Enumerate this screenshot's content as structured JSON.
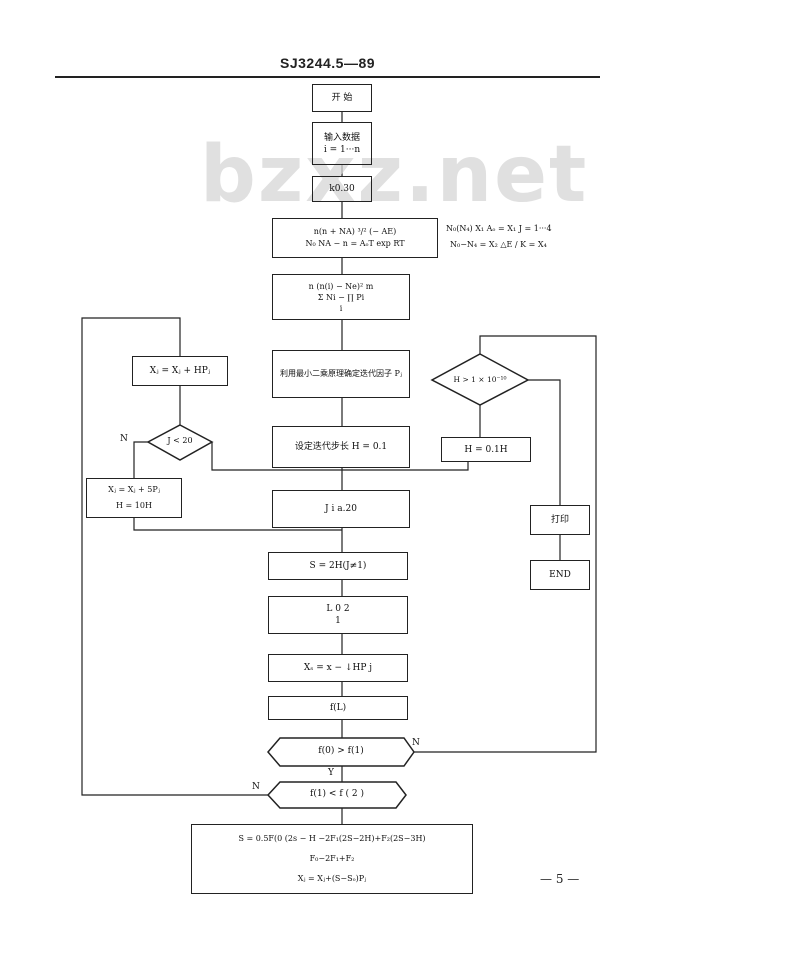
{
  "header": {
    "standard_no": "SJ3244.5—89"
  },
  "watermark": "bzxz.net",
  "page_number": "— 5 —",
  "flowchart": {
    "start": "开 始",
    "input_line1": "输入数据",
    "input_line2": "i = 1···n",
    "k_line": "k0.30",
    "formula1_line1": "n(n + NA)        ³/²     (− AE)",
    "formula1_line2": "N₀     NA − n  = AₒT   exp   RT",
    "formula2_line1": "n  (n(i) − Ne)²    m",
    "formula2_line2": "Σ     Ni       −  ∏  Pi",
    "formula2_line3": "i",
    "lsq": "利用最小二乘原理确定迭代因子 Pⱼ",
    "step": "设定迭代步长  H = 0.1",
    "xj_hp": "Xⱼ = Xⱼ + HPⱼ",
    "j_cond": "J < 20",
    "x5_line1": "Xⱼ = Xⱼ + 5Pⱼ",
    "x5_line2": "H = 10H",
    "h_cond": "H > 1 × 10⁻¹⁰",
    "h_div": "H = 0.1H",
    "j_line": "J           i   a.20",
    "print": "打印",
    "end": "END",
    "s_def": "S = 2H(J≠1)",
    "loop_line1": "L        0  2",
    "loop_line2": "1",
    "xs_line": "Xₛ = x − ↓HP j",
    "fl": "f(L)",
    "cmp1": "f(0) > f(1)",
    "cmp2": "f(1) < f ( 2 )",
    "final_line1": "S = 0.5F(0 (2s − H −2F₁(2S−2H)+F₂(2S−3H)",
    "final_line2": "F₀−2F₁+F₂",
    "final_line3": "Xⱼ = Xⱼ+(S−Sₒ)Pⱼ",
    "label_n_left": "N",
    "label_n_right": "N",
    "label_y": "Y",
    "label_n_bottom": "N"
  },
  "annotations": {
    "line1": "N₀(N₄)  X₁     Aₒ = X₁     J = 1···4",
    "line2": "N₀−N₄ = X₂   △E / K = X₄"
  }
}
